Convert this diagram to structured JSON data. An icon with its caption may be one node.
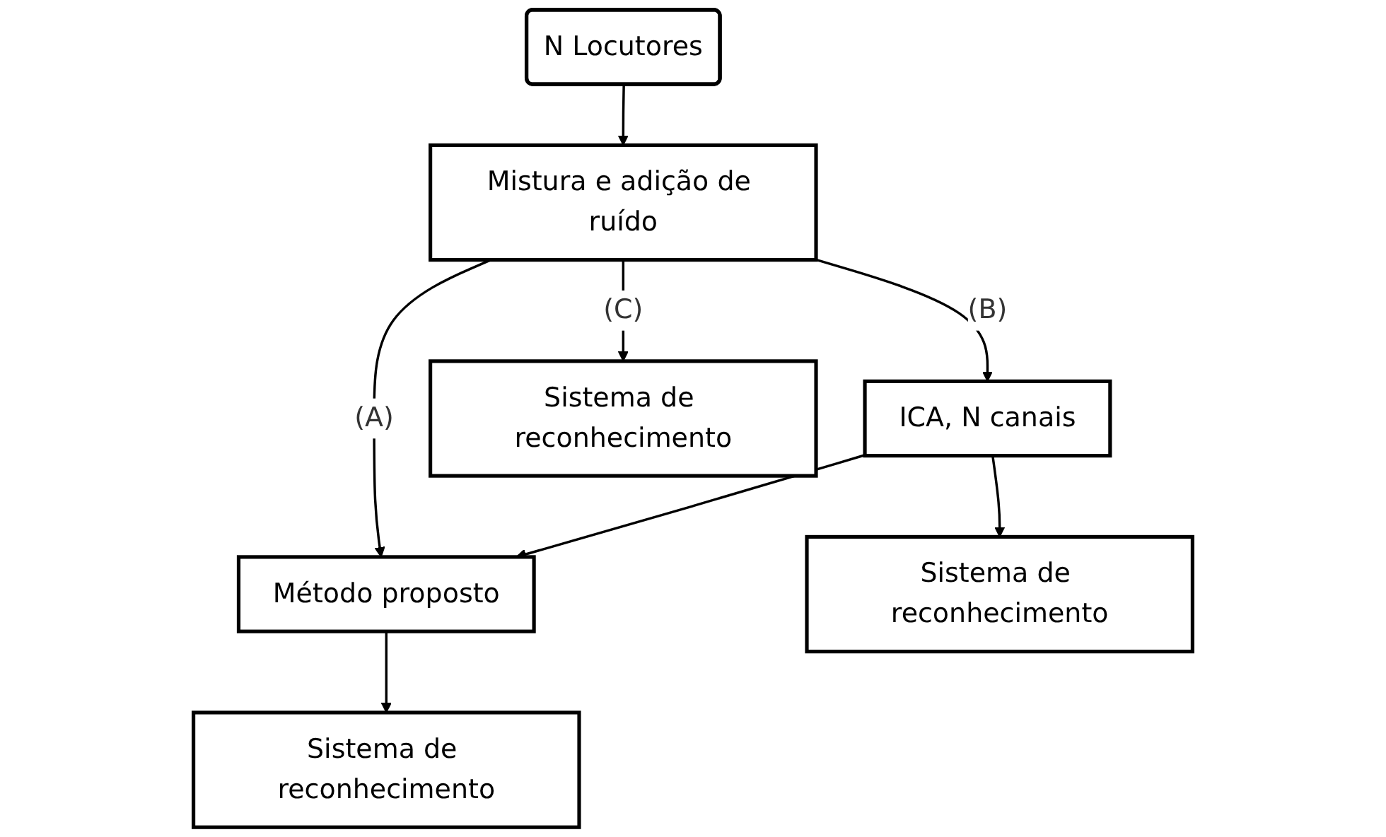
{
  "diagram": {
    "nodes": [
      {
        "text": [
          "N Locutores"
        ]
      },
      {
        "text": [
          "Mistura e adição de ruído"
        ]
      },
      {
        "text": [
          "Método proposto"
        ]
      },
      {
        "text": [
          "ICA, N canais"
        ]
      },
      {
        "text": [
          "Sistema de reconhecimento"
        ]
      },
      {
        "text": [
          "Sistema de reconhecimento"
        ]
      },
      {
        "text": [
          "Sistema de reconhecimento"
        ]
      }
    ],
    "edges": [
      {
        "from": 0,
        "to": 1,
        "arrow": "to"
      },
      {
        "from": 1,
        "to": 2,
        "arrow": "to",
        "label": "(A)"
      },
      {
        "from": 1,
        "to": 3,
        "arrow": "to",
        "label": "(B)"
      },
      {
        "from": 1,
        "to": 6,
        "arrow": "to",
        "label": "(C)"
      },
      {
        "from": 3,
        "to": 2,
        "arrow": "to"
      },
      {
        "from": 2,
        "to": 4,
        "arrow": "to"
      },
      {
        "from": 3,
        "to": 5,
        "arrow": "to"
      }
    ]
  }
}
